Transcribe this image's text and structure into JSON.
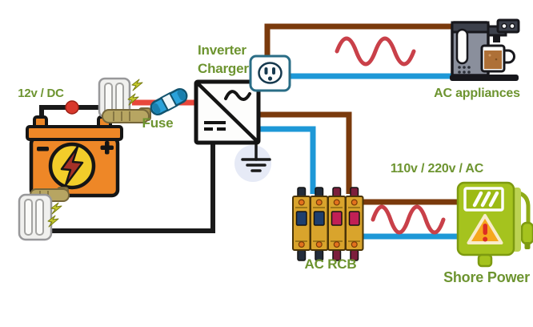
{
  "title": "12v DC to AC inverter charger wiring diagram",
  "labels": {
    "dc_voltage": "12v / DC",
    "fuse": "Fuse",
    "inverter_line1": "Inverter",
    "inverter_line2": "Charger",
    "ac_appliances": "AC appliances",
    "ac_voltage": "110v / 220v / AC",
    "ac_rcb": "AC RCB",
    "shore_power": "Shore Power"
  },
  "colors": {
    "background": "#ffffff",
    "label_green": "#6d9430",
    "wire_red": "#e8473b",
    "wire_blue": "#1e98d7",
    "wire_brown": "#7a3a0c",
    "wire_black": "#1a1a1a",
    "sine_red": "#c94049",
    "junction_dot_red": "#d8382c",
    "battery_orange": "#ee8727",
    "battery_badge_yellow": "#f2cd2a",
    "bolt_dark_red": "#a53127",
    "clamp_gray": "#f0f0ee",
    "clamp_brass": "#b7a562",
    "fuse_blue": "#2ba2da",
    "outlet_teal": "#2a6d86",
    "breaker_gold": "#d9a42c",
    "breaker_navy": "#1e3f6e",
    "breaker_crimson": "#c12055",
    "shore_green": "#a5c31e",
    "warning_orange": "#f6a71e",
    "warning_red": "#dd2e22",
    "ground_glow": "#e6eaf6"
  },
  "icons": {
    "battery-icon": "orange 12v battery with yellow lightning badge",
    "battery-clamp-icon": "gray terminal clamp with brass bolt",
    "spark-icon": "small yellow electric sparks",
    "fuse-icon": "blue inline glass fuse",
    "inverter-icon": "square inverter/charger symbol (AC sine over DC lines)",
    "ground-icon": "earth ground symbol",
    "outlet-icon": "AC wall socket",
    "coffee-maker-icon": "coffee machine appliance",
    "breaker-icon": "4-pole AC residual current breaker block",
    "shore-power-icon": "green shore power pedestal with warning triangle and plug cable",
    "sine-wave-icon": "red AC sine wave"
  },
  "diagram": {
    "type": "wiring",
    "nodes": [
      "battery-12v-dc",
      "positive-clamp",
      "negative-clamp",
      "fuse",
      "inverter-charger",
      "ac-outlet",
      "ac-appliances",
      "ac-rcb",
      "shore-power",
      "ground"
    ],
    "connections": [
      {
        "from": "battery-12v-dc",
        "to": "fuse",
        "wire": "red",
        "note": "DC positive via clamp"
      },
      {
        "from": "fuse",
        "to": "inverter-charger",
        "wire": "red"
      },
      {
        "from": "battery-12v-dc",
        "to": "inverter-charger",
        "wire": "black",
        "note": "DC negative via clamp"
      },
      {
        "from": "inverter-charger",
        "to": "ground",
        "wire": "black"
      },
      {
        "from": "inverter-charger",
        "to": "ac-outlet",
        "wire": "brown"
      },
      {
        "from": "ac-outlet",
        "to": "ac-appliances",
        "wire": "brown+blue",
        "signal": "AC sine"
      },
      {
        "from": "inverter-charger",
        "to": "ac-rcb",
        "wire": "brown+blue"
      },
      {
        "from": "ac-rcb",
        "to": "shore-power",
        "wire": "brown+blue",
        "signal": "AC sine"
      }
    ]
  }
}
